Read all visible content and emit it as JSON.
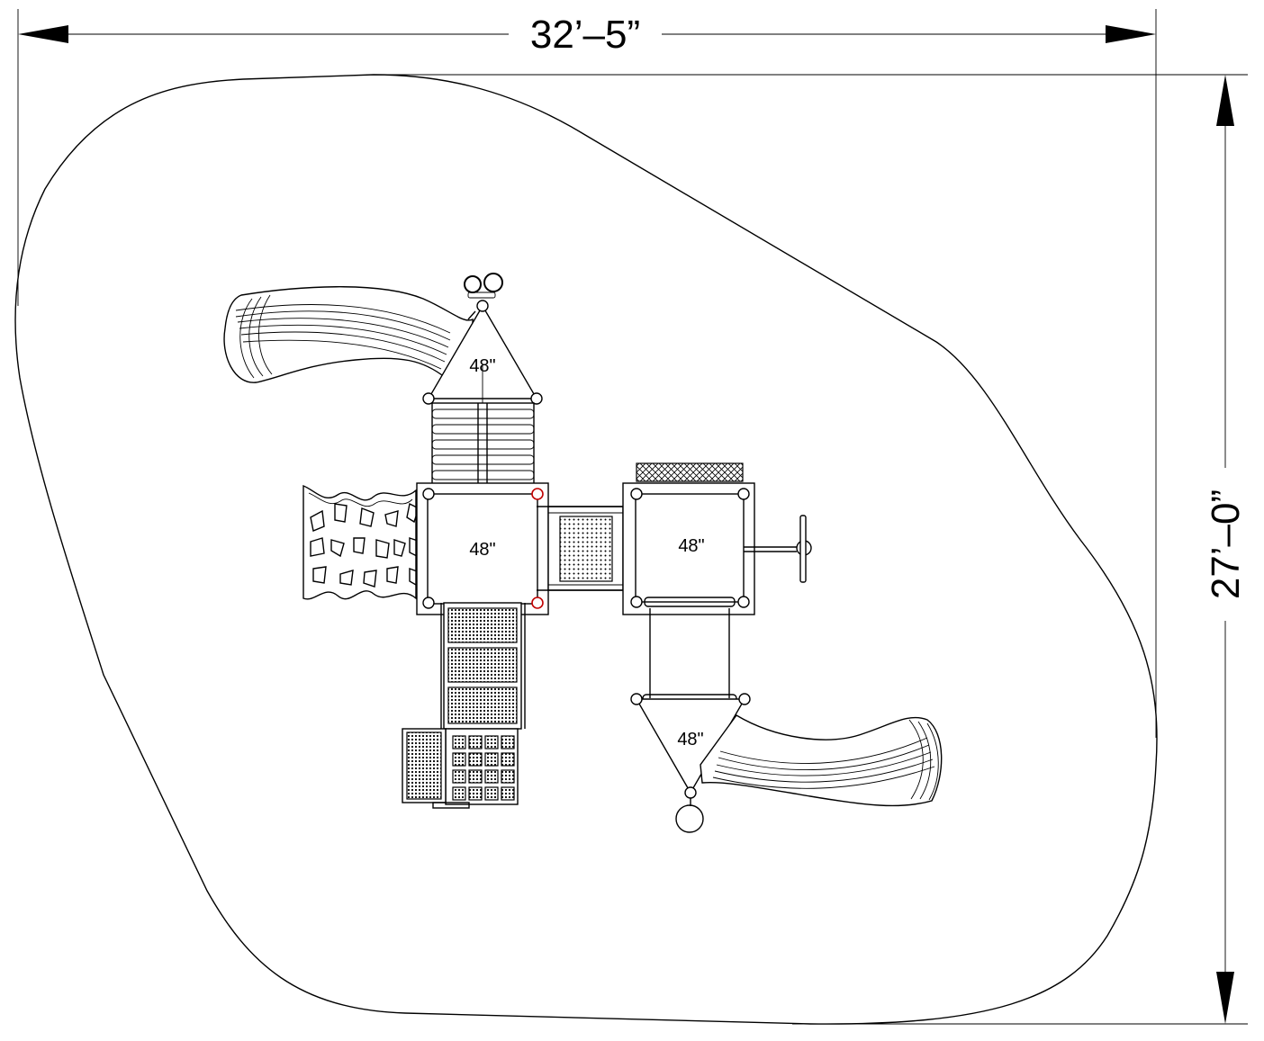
{
  "dimensions": {
    "width_label": "32’–5”",
    "height_label": "27’–0”"
  },
  "decks": {
    "top_triangle": "48\"",
    "left_square": "48\"",
    "right_square": "48\"",
    "bottom_triangle": "48\""
  },
  "colors": {
    "line": "#000000",
    "highlight_post": "#c00000",
    "background": "#ffffff"
  }
}
